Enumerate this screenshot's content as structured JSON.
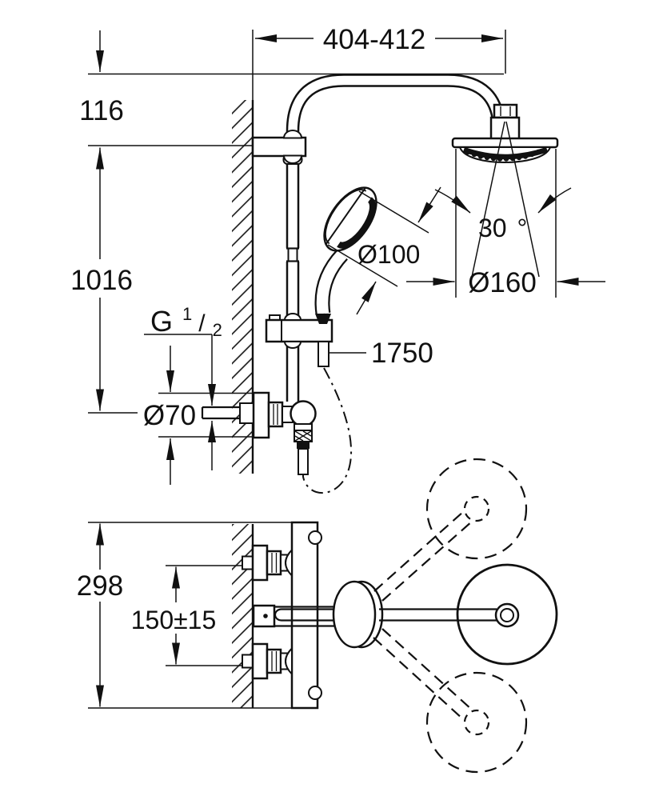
{
  "diagram": {
    "type": "technical dimension drawing",
    "subject": "wall-mounted thermostatic shower system with head shower, hand shower, shower rail and swivel arm",
    "colors": {
      "line": "#111111",
      "background": "#ffffff"
    },
    "views": {
      "front": "front elevation with installation dimensions",
      "side": "side view showing swivel shower arm positions"
    },
    "dimensions": {
      "system_width": {
        "label": "404-412"
      },
      "head_offset": {
        "label": "116"
      },
      "rail_height": {
        "label": "1016"
      },
      "thread": {
        "letter": "G",
        "numerator": "1",
        "slash": "/",
        "denominator": "2"
      },
      "escutcheon_diameter": {
        "label": "Ø70"
      },
      "hand_shower_diameter": {
        "label": "Ø100"
      },
      "head_shower_diameter": {
        "label": "Ø160"
      },
      "spray_angle": {
        "value": "30",
        "unit": "°"
      },
      "hose_length": {
        "label": "1750"
      },
      "side_height": {
        "label": "298"
      },
      "supply_spacing": {
        "label": "150±15"
      }
    }
  }
}
